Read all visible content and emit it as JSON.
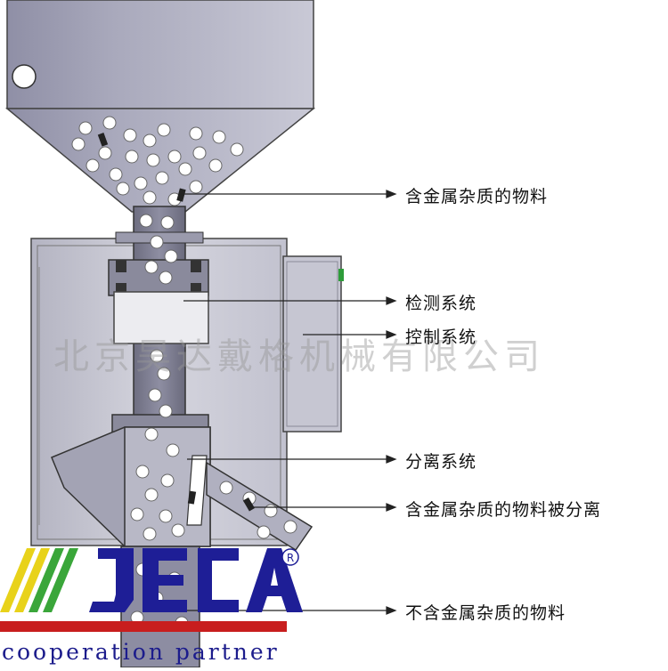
{
  "labels": {
    "metal_material": "含金属杂质的物料",
    "detection": "检测系统",
    "control": "控制系统",
    "separation": "分离系统",
    "separated": "含金属杂质的物料被分离",
    "clean": "不含金属杂质的物料"
  },
  "watermark": "北京昊达戴格机械有限公司",
  "brand": {
    "logo_text": "JECA",
    "registered_mark": "R",
    "tagline": "cooperation partner",
    "colors": {
      "logo_blue": "#1e1e96",
      "stripe_yellow": "#e8d21a",
      "stripe_green": "#3aa63a",
      "bar_red": "#c81e1e"
    }
  }
}
